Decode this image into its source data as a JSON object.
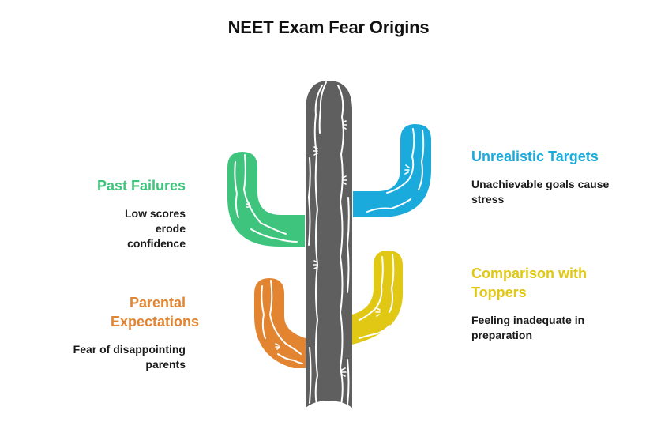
{
  "title": "NEET Exam Fear Origins",
  "colors": {
    "trunk": "#5f5f5f",
    "past_failures": "#3ec47d",
    "unrealistic_targets": "#1aaadc",
    "comparison": "#e0c814",
    "parental": "#e28430",
    "vein": "#ffffff"
  },
  "items": [
    {
      "id": "past_failures",
      "heading": "Past Failures",
      "description": "Low scores erode confidence",
      "color": "#3ec47d",
      "side": "left"
    },
    {
      "id": "unrealistic_targets",
      "heading": "Unrealistic Targets",
      "description": "Unachievable goals cause stress",
      "color": "#1aaadc",
      "side": "right"
    },
    {
      "id": "parental_expectations",
      "heading": "Parental Expectations",
      "description": "Fear of disappointing parents",
      "color": "#e28430",
      "side": "left"
    },
    {
      "id": "comparison_with_toppers",
      "heading": "Comparison with Toppers",
      "description": "Feeling inadequate in preparation",
      "color": "#e0c814",
      "side": "right"
    }
  ],
  "icons": {
    "central": "cactus-icon"
  }
}
